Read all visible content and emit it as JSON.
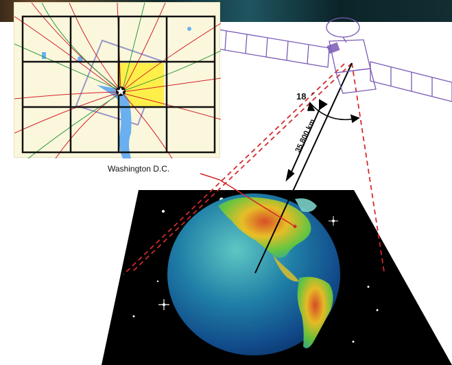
{
  "diagram": {
    "location_label": "Washington D.C.",
    "distance_label": "35,800 km",
    "angle_label": "18",
    "angle_unit": "°"
  },
  "colors": {
    "space": "#000000",
    "satellite_line": "#7a5ab5",
    "beam_line": "#d32a2a",
    "map_background": "#fbf7dc",
    "map_grid": "#111111",
    "map_roads": "#d2202a",
    "map_parks": "#2c9a3c",
    "map_water": "#6ab0f0",
    "map_district_fill": "#ffef4a"
  },
  "icons": {
    "map_marker": "star-icon",
    "satellite": "satellite-icon"
  }
}
